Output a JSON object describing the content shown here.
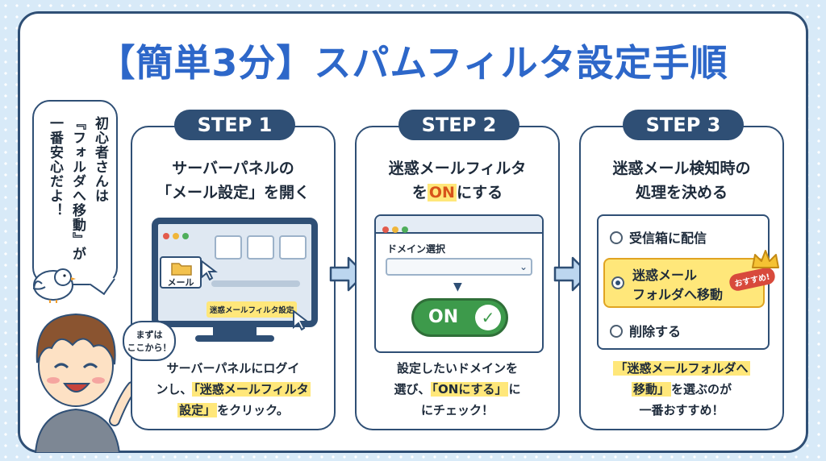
{
  "title": "【簡単3分】スパムフィルタ設定手順",
  "bubble_text": [
    "初心者さんは",
    "『フォルダへ移動』が",
    "一番安心だよ！"
  ],
  "steps": [
    {
      "label": "STEP 1",
      "heading_line1": "サーバーパネルの",
      "heading_line2": "「メール設定」を開く",
      "mail_label": "メール",
      "filter_tag": "迷惑メールフィルタ設定",
      "mini_bubble_line1": "まずは",
      "mini_bubble_line2": "ここから！",
      "desc_line1": "サーバーパネルにログイ",
      "desc_line2a": "ンし、",
      "desc_line2b": "「迷惑メールフィルタ",
      "desc_line3a": "設定」",
      "desc_line3b": "をクリック。"
    },
    {
      "label": "STEP 2",
      "heading_line1": "迷惑メールフィルタ",
      "heading_line2a": "を",
      "heading_line2b": "ON",
      "heading_line2c": "にする",
      "select_label": "ドメイン選択",
      "toggle_label": "ON",
      "desc_line1": "設定したいドメインを",
      "desc_line2a": "選び、",
      "desc_line2b": "「ONにする」",
      "desc_line2c": "に",
      "desc_line3": "にチェック！"
    },
    {
      "label": "STEP 3",
      "heading_line1": "迷惑メール検知時の",
      "heading_line2": "処理を決める",
      "options": [
        "受信箱に配信",
        "迷惑メール",
        "フォルダへ移動",
        "削除する"
      ],
      "badge": "おすすめ!",
      "desc_line1": "「迷惑メールフォルダへ",
      "desc_line2a": "移動」",
      "desc_line2b": "を選ぶのが",
      "desc_line3": "一番おすすめ！"
    }
  ],
  "colors": {
    "title_blue": "#2d67c9",
    "navy": "#2f4f75",
    "highlight": "#ffe77a",
    "toggle_green": "#3d9a4b",
    "badge_red": "#d84a3c"
  }
}
